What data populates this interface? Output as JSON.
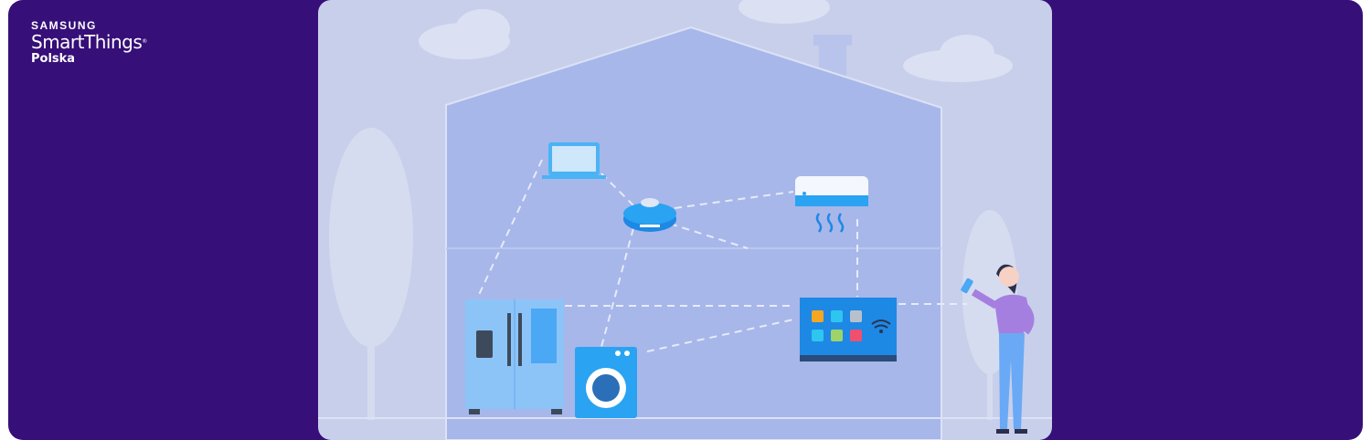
{
  "logo": {
    "brand": "SAMSUNG",
    "product": "SmartThings",
    "registered": "®",
    "region": "Polska"
  },
  "colors": {
    "background": "#360f78",
    "scene": "#c8cfea",
    "house": "#a7b7e9",
    "device": "#29a3f2"
  },
  "illustration": {
    "icons": [
      "laptop-icon",
      "robot-vacuum-icon",
      "air-conditioner-icon",
      "fridge-icon",
      "washing-machine-icon",
      "smart-hub-icon",
      "person-with-phone-icon"
    ]
  }
}
